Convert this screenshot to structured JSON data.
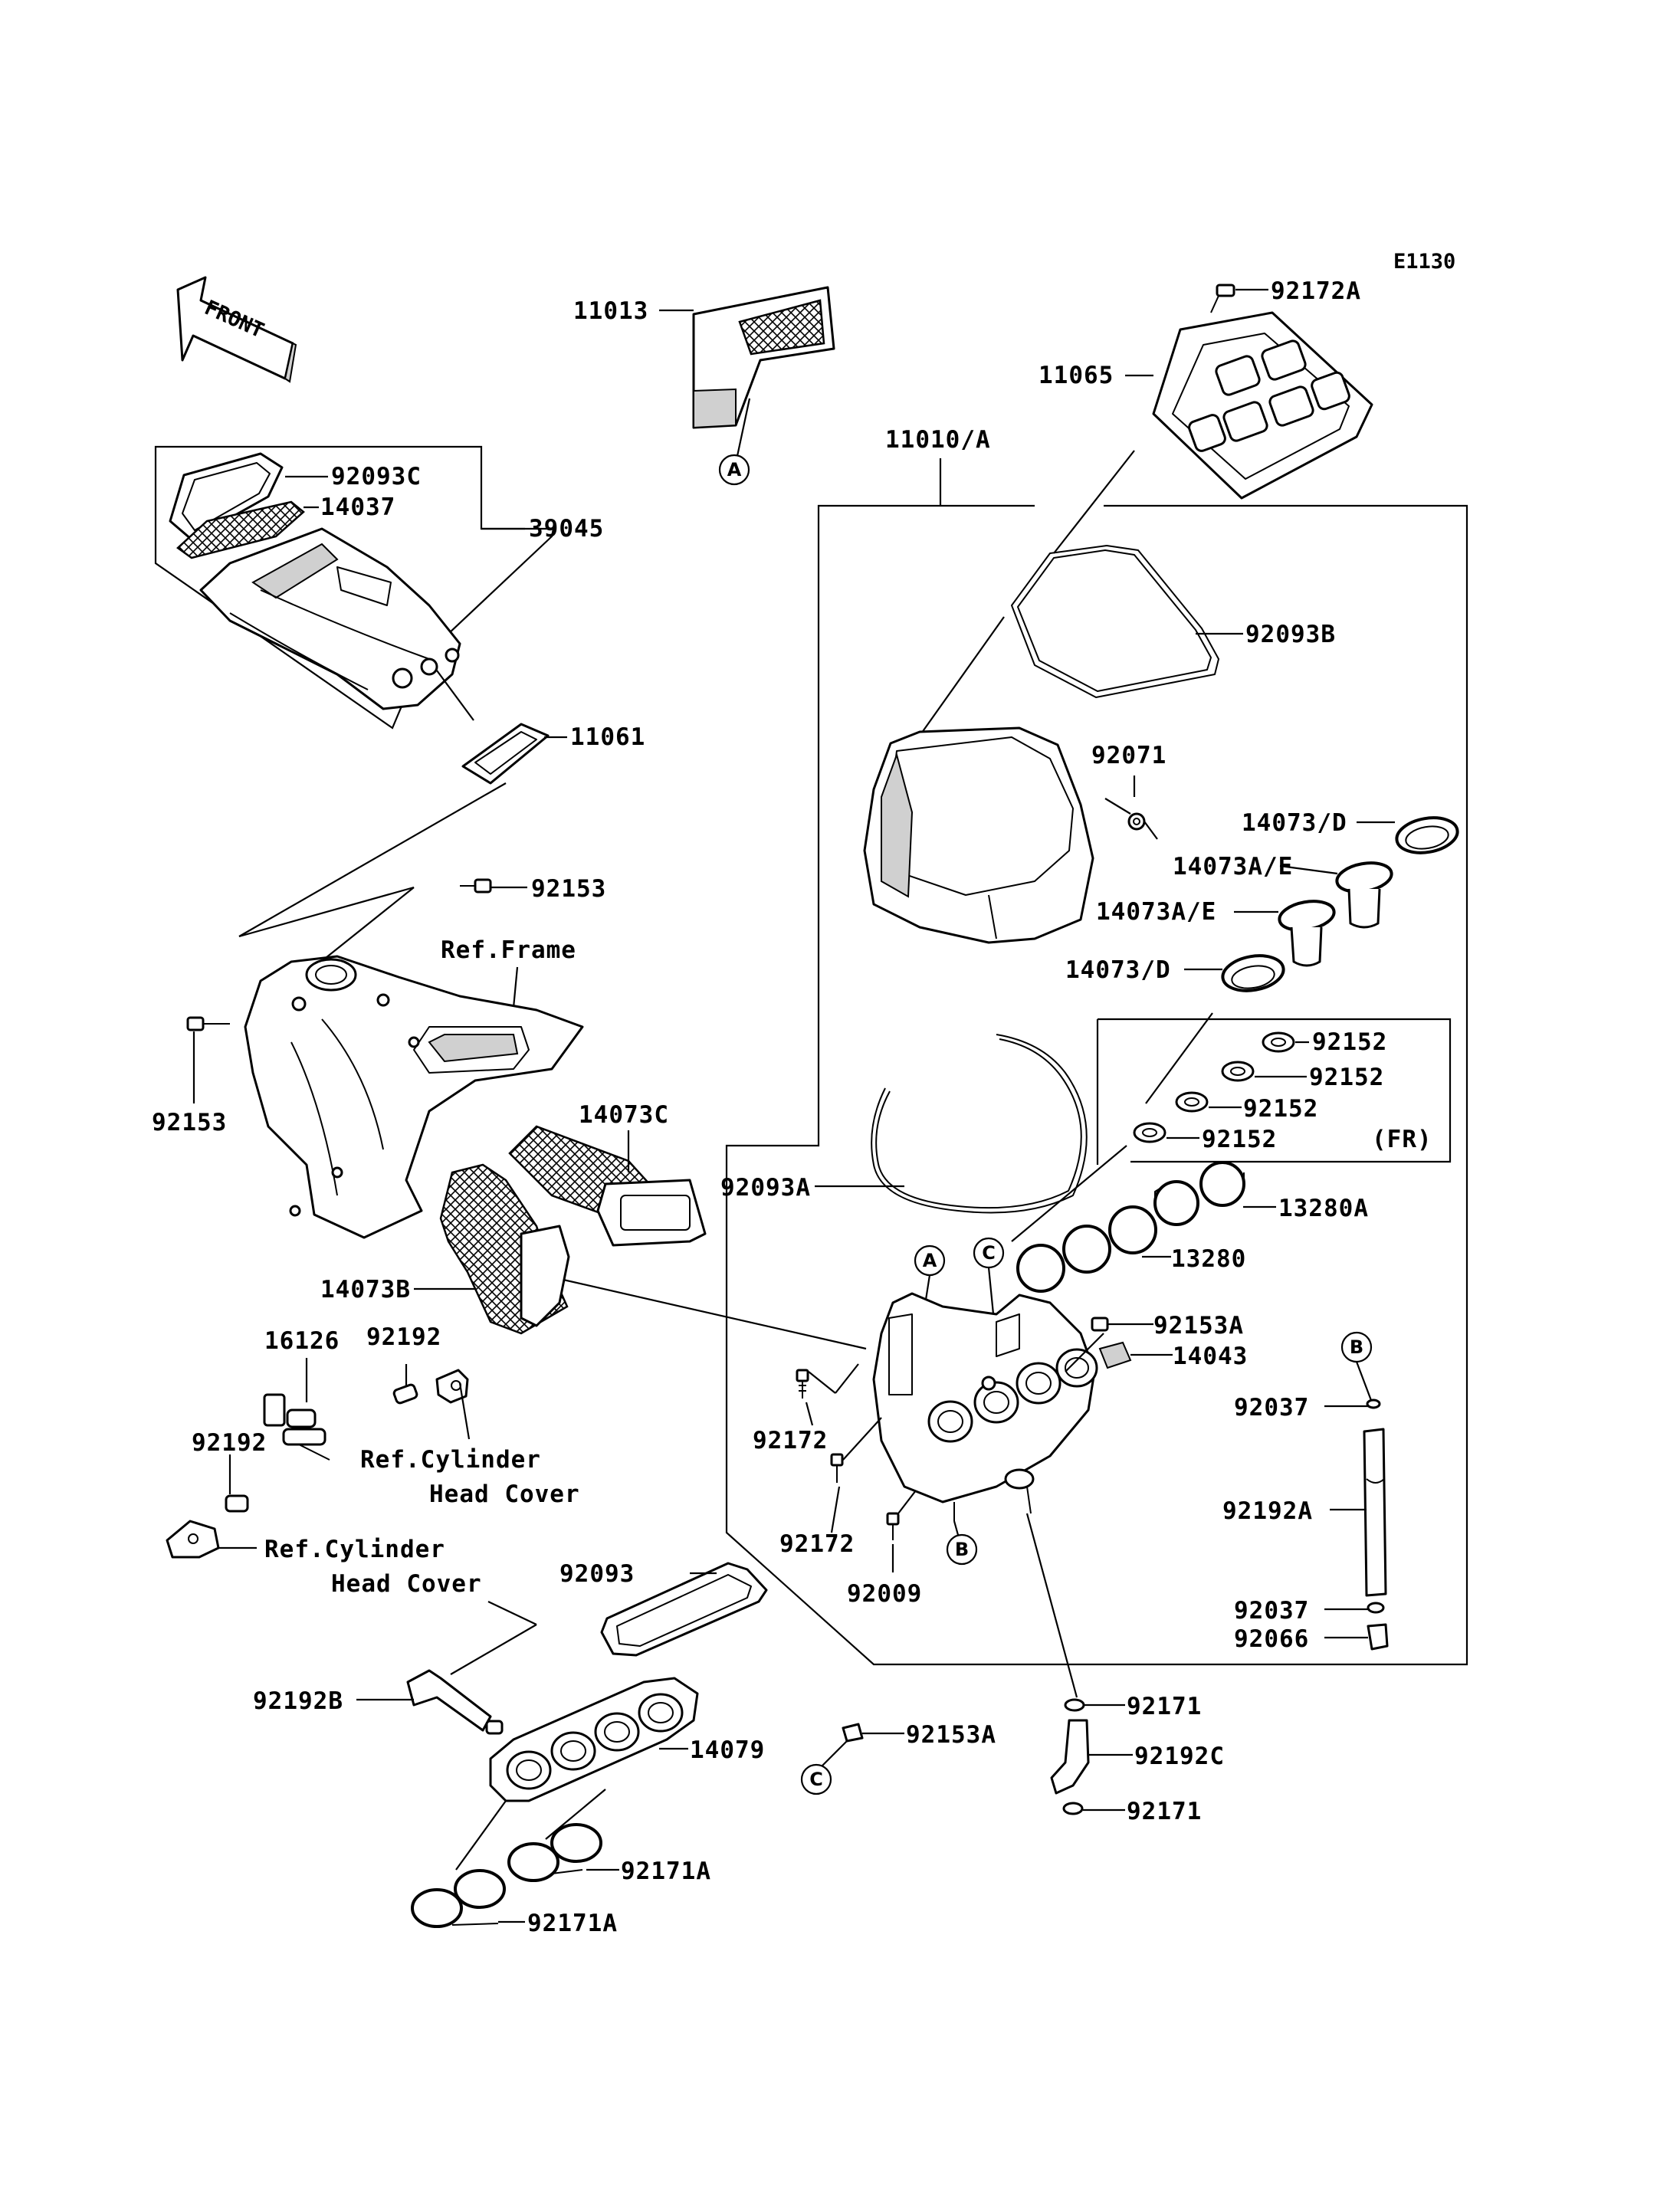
{
  "diagram_code": "E1130",
  "direction_marker": {
    "label": "FRONT",
    "icon": "front-arrow-icon"
  },
  "labels": {
    "p11013": "11013",
    "p92172A": "92172A",
    "p11065": "11065",
    "p11010A": "11010/A",
    "p92093C": "92093C",
    "p14037": "14037",
    "p39045": "39045",
    "p92093B": "92093B",
    "p11061": "11061",
    "p92071": "92071",
    "p14073D_1": "14073/D",
    "p14073AE_1": "14073A/E",
    "p14073AE_2": "14073A/E",
    "p92153_1": "92153",
    "ref_frame": "Ref.Frame",
    "p14073D_2": "14073/D",
    "p92152_1": "92152",
    "p92152_2": "92152",
    "p92152_3": "92152",
    "p92152_4": "92152",
    "fr_note": "(FR)",
    "p92153_2": "92153",
    "p14073C": "14073C",
    "p92093A": "92093A",
    "p13280A": "13280A",
    "p13280": "13280",
    "p14073B": "14073B",
    "p92153A_1": "92153A",
    "p16126": "16126",
    "p92192_1": "92192",
    "p14043": "14043",
    "p92037_1": "92037",
    "p92192_2": "92192",
    "ref_cyl_1_line1": "Ref.Cylinder",
    "ref_cyl_1_line2": "Head Cover",
    "p92172_1": "92172",
    "p92192A": "92192A",
    "p92172_2": "92172",
    "ref_cyl_2_line1": "Ref.Cylinder",
    "ref_cyl_2_line2": "Head Cover",
    "p92093": "92093",
    "p92009": "92009",
    "p92037_2": "92037",
    "p92066": "92066",
    "p92192B": "92192B",
    "p92171_1": "92171",
    "p14079": "14079",
    "p92153A_2": "92153A",
    "p92192C": "92192C",
    "p92171_2": "92171",
    "p92171A_1": "92171A",
    "p92171A_2": "92171A"
  },
  "callouts": {
    "a1": "A",
    "a2": "A",
    "b1": "B",
    "b2": "B",
    "c1": "C",
    "c2": "C"
  }
}
